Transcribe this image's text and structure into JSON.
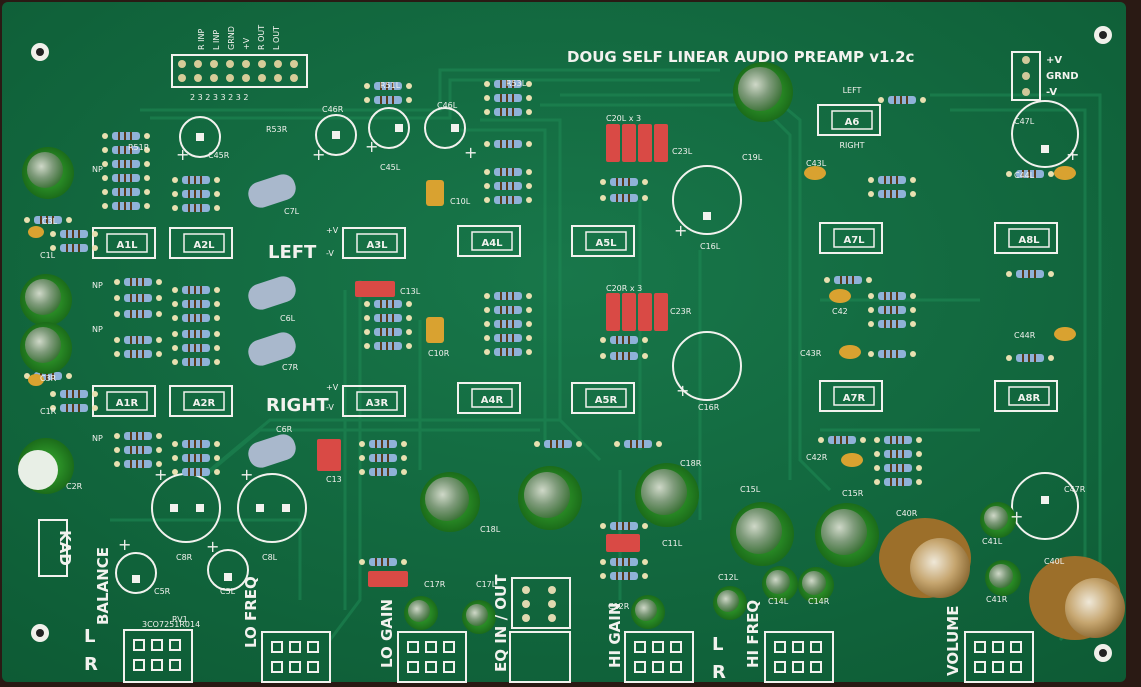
{
  "board": {
    "title": "DOUG SELF LINEAR AUDIO PREAMP  v1.2c",
    "section_left": "LEFT",
    "section_right": "RIGHT",
    "maker": "KAD",
    "serial": "3CO7251R014"
  },
  "header": {
    "input_pins": [
      "R INP",
      "L INP",
      "GRND",
      "+V",
      "R OUT",
      "L OUT"
    ],
    "pin_numbers": "2 3 2 3  3 2 3 2"
  },
  "power": {
    "labels": [
      "+V",
      "GRND",
      "-V"
    ]
  },
  "chips": {
    "left": [
      "A1L",
      "A2L",
      "A3L",
      "A4L",
      "A5L",
      "A6",
      "A7L",
      "A8L"
    ],
    "right": [
      "A1R",
      "A2R",
      "A3R",
      "A4R",
      "A5R",
      "A7R",
      "A8R"
    ],
    "a6_top": "LEFT",
    "a6_bottom": "RIGHT"
  },
  "amp_pins": {
    "plus": "+V",
    "minus": "-V"
  },
  "components": {
    "r51r": "R51R",
    "r51l": "R51L",
    "r53r": "R53R",
    "r53l": "R53L",
    "c46r": "C46R",
    "c46l": "C46L",
    "c45r": "C45R",
    "c45l": "C45L",
    "c7l": "C7L",
    "c10l": "C10L",
    "c13l": "C13L",
    "c10r": "C10R",
    "c6l": "C6L",
    "c7r": "C7R",
    "c6r": "C6R",
    "c13": "C13",
    "c20l": "C20L x 3",
    "c20r": "C20R x 3",
    "c23l": "C23L",
    "c23r": "C23R",
    "c16l": "C16L",
    "c16r": "C16R",
    "c19l": "C19L",
    "c18r": "C18R",
    "c18l": "C18L",
    "c43l": "C43L",
    "c44l": "C44L",
    "c47l": "C47L",
    "c42": "C42",
    "c43r": "C43R",
    "c44r": "C44R",
    "c42r": "C42R",
    "c47r": "C47R",
    "c15l": "C15L",
    "c15r": "C15R",
    "c40r": "C40R",
    "c40l": "C40L",
    "c41l": "C41L",
    "c41r": "C41R",
    "c14l": "C14L",
    "c14r": "C14R",
    "c11l": "C11L",
    "c12l": "C12L",
    "c12r": "C12R",
    "c17r": "C17R",
    "c17l": "C17L",
    "c3l": "C3L",
    "c1l": "C1L",
    "c3r": "C3R",
    "c1r": "C1R",
    "c2r": "C2R",
    "c8r": "C8R",
    "c8l": "C8L",
    "c5r": "C5R",
    "c5l": "C5L",
    "rv1": "RV1",
    "np": "NP"
  },
  "controls": {
    "balance": "BALANCE",
    "lo_freq": "LO FREQ",
    "lo_gain": "LO GAIN",
    "eq": "EQ IN / OUT",
    "hi_gain": "HI GAIN",
    "hi_freq": "HI FREQ",
    "volume": "VOLUME",
    "l": "L",
    "r": "R"
  },
  "colors": {
    "board": "#12683f",
    "silkscreen": "#f2f2ee",
    "green_cap": "#2f9b2a",
    "gold_cap": "#b8893a",
    "red_cap": "#d94a45",
    "yellow_cap": "#d9a230",
    "resistor": "#8fb2d8"
  }
}
